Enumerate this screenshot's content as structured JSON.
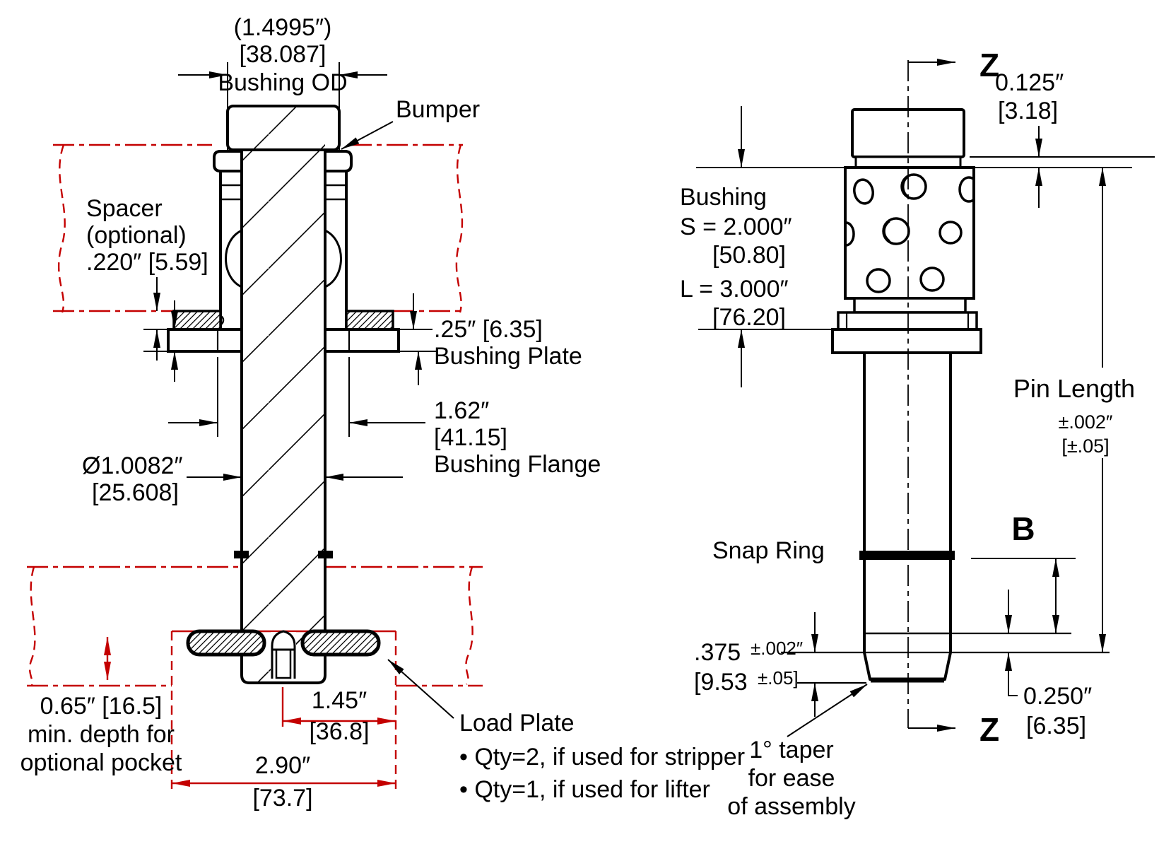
{
  "colors": {
    "ink": "#000000",
    "red": "#c40000",
    "background": "#ffffff"
  },
  "left": {
    "od_in": "(1.4995″)",
    "od_mm": "[38.087]",
    "od_label": "Bushing OD",
    "bumper": "Bumper",
    "spacer1": "Spacer",
    "spacer2": "(optional)",
    "spacer3": ".220″ [5.59]",
    "plate_dim": ".25″ [6.35]",
    "plate_label": "Bushing Plate",
    "flange_in": "1.62″",
    "flange_mm": "[41.15]",
    "flange_label": "Bushing Flange",
    "dia_in": "Ø1.0082″",
    "dia_mm": "[25.608]",
    "pocket1": "0.65″ [16.5]",
    "pocket2": "min. depth for",
    "pocket3": "optional pocket",
    "w145_in": "1.45″",
    "w145_mm": "[36.8]",
    "w290_in": "2.90″",
    "w290_mm": "[73.7]",
    "loadplate": "Load Plate",
    "lp_b1": "• Qty=2, if used for stripper",
    "lp_b2": "• Qty=1, if used for lifter"
  },
  "right": {
    "z_top": "Z",
    "z_bottom": "Z",
    "cap_in": "0.125″",
    "cap_mm": "[3.18]",
    "bushing": "Bushing",
    "s_in": "S = 2.000″",
    "s_mm": "[50.80]",
    "l_in": "L = 3.000″",
    "l_mm": "[76.20]",
    "pin_length": "Pin Length",
    "pl_tol_in": "±.002″",
    "pl_tol_mm": "[±.05]",
    "snap_ring": "Snap Ring",
    "b": "B",
    "d375_in": ".375",
    "d375_tol": "±.002″",
    "d375_mm": "[9.53",
    "d375_mm_tol": "±.05]",
    "d250_in": "0.250″",
    "d250_mm": "[6.35]",
    "taper1": "1° taper",
    "taper2": "for ease",
    "taper3": "of assembly"
  }
}
